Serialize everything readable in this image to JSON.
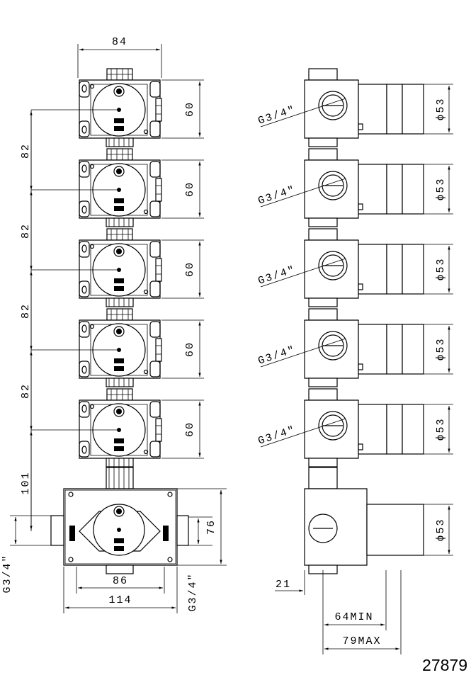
{
  "dimensions": {
    "front_width_top": "84",
    "module_height": "60",
    "spacing": "82",
    "base_spacing": "101",
    "base_inlet": "G3/4\"",
    "base_height": "76",
    "base_width_inner": "86",
    "base_width_outer": "114",
    "base_outlet": "G3/4\""
  },
  "side": {
    "connection": "G3/4\"",
    "diameter": "ϕ53",
    "depth": "21",
    "min_depth": "64MIN",
    "max_depth": "79MAX"
  },
  "drawing_code": "27879"
}
